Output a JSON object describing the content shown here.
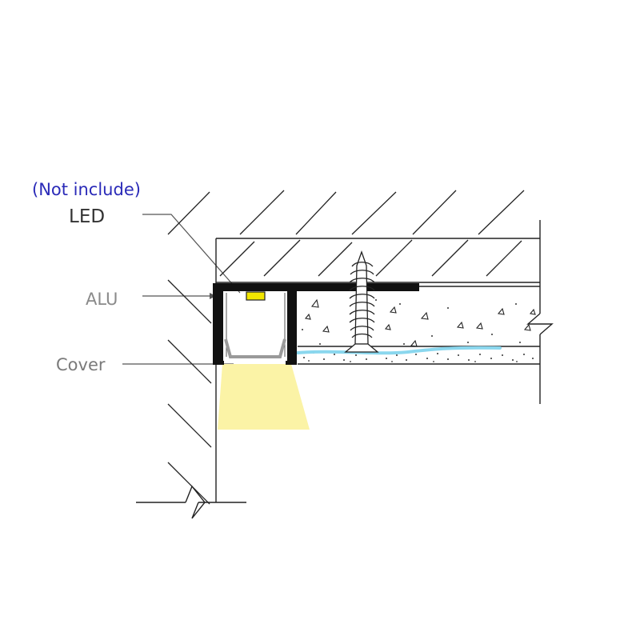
{
  "labels": {
    "not_included": "(Not include)",
    "led": "LED",
    "alu": "ALU",
    "cover": "Cover"
  },
  "colors": {
    "line": "#222222",
    "not_included_text": "#2a2ab8",
    "led_text": "#333333",
    "alu_text": "#8a8a8a",
    "cover_text": "#7a7a7a",
    "led_chip": "#f2e600",
    "light_beam": "#fbf3a6",
    "adhesive": "#8ad7ee",
    "diffuser": "#9a9a9a"
  }
}
